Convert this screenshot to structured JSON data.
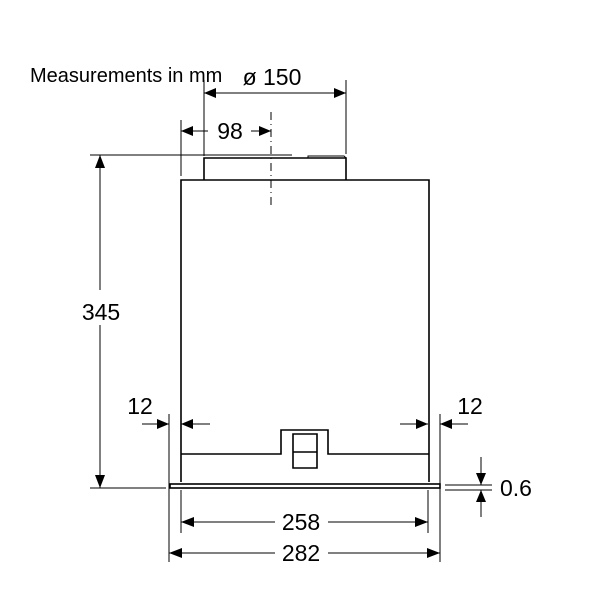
{
  "title": "Measurements in mm",
  "dimensions": {
    "duct_diameter": "ø 150",
    "duct_offset": "98",
    "height": "345",
    "margin_left": "12",
    "margin_right": "12",
    "flange_thickness": "0.6",
    "body_width": "258",
    "overall_width": "282"
  },
  "colors": {
    "line": "#000000",
    "background": "#ffffff"
  }
}
